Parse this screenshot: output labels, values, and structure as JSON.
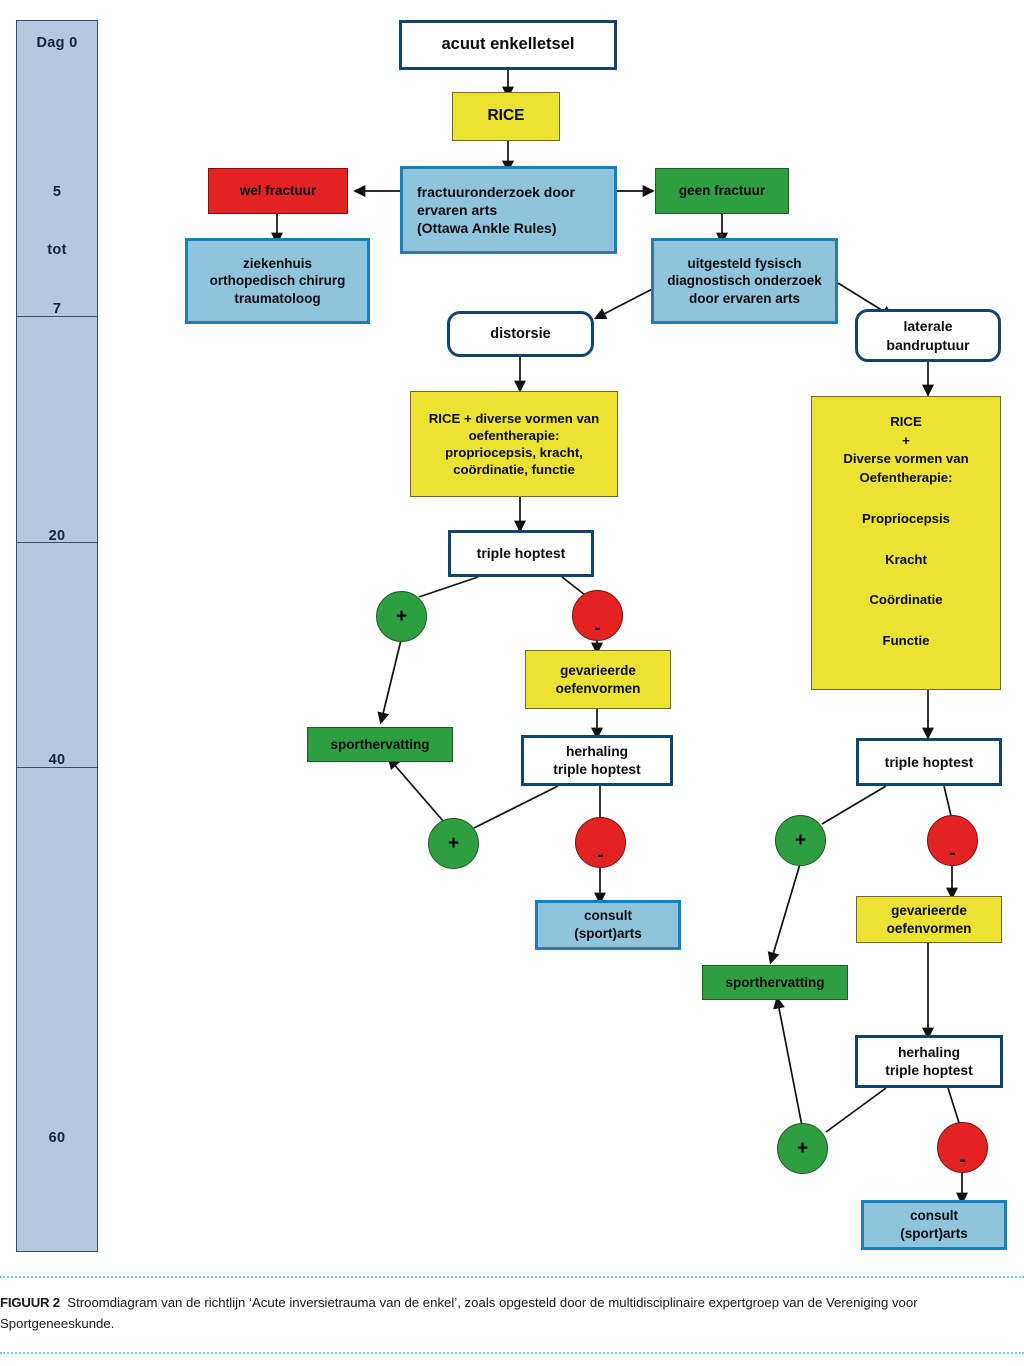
{
  "figure": {
    "label": "FIGUUR 2",
    "caption": "Stroomdiagram van de richtlijn ‘Acute inversietrauma van de enkel’, zoals opgesteld door de multidisciplinaire expertgroep van de Vereniging voor Sportgeneeskunde."
  },
  "timeline": {
    "segments": [
      {
        "label": "Dag 0"
      },
      {
        "label": "5"
      },
      {
        "label": "tot"
      },
      {
        "label": "7"
      },
      {
        "label": "20"
      },
      {
        "label": "40"
      },
      {
        "label": "60"
      }
    ]
  },
  "colors": {
    "red": "#e32222",
    "green": "#2e9e41",
    "yellow": "#ebe234",
    "light_blue": "#8fc5dc",
    "light_blue_border": "#1b7fba",
    "navy_border": "#16436d",
    "timeline_blue": "#b6c8e0",
    "caption_rule": "#7ec4e8"
  },
  "nodes": {
    "start": {
      "lines": [
        "acuut enkelletsel"
      ]
    },
    "rice": {
      "lines": [
        "RICE"
      ]
    },
    "fracture_exam": {
      "lines": [
        "fractuuronderzoek door",
        "ervaren arts",
        "(Ottawa Ankle Rules)"
      ]
    },
    "fracture_yes": {
      "lines": [
        "wel fractuur"
      ]
    },
    "fracture_no": {
      "lines": [
        "geen fractuur"
      ]
    },
    "hospital": {
      "lines": [
        "ziekenhuis",
        "orthopedisch chirurg",
        "traumatoloog"
      ]
    },
    "delayed_exam": {
      "lines": [
        "uitgesteld fysisch",
        "diagnostisch onderzoek",
        "door ervaren arts"
      ]
    },
    "distorsie": {
      "lines": [
        "distorsie"
      ]
    },
    "lateral_rupture": {
      "lines": [
        "laterale",
        "bandruptuur"
      ]
    },
    "therapy_left": {
      "lines": [
        "RICE + diverse vormen van",
        "oefentherapie:",
        "propriocepsis, kracht,",
        "coördinatie, functie"
      ]
    },
    "therapy_right": {
      "lines": [
        "RICE",
        "+",
        "Diverse vormen van",
        "Oefentherapie:",
        "",
        "Propriocepsis",
        "",
        "Kracht",
        "",
        "Coördinatie",
        "",
        "Functie"
      ]
    },
    "hoptest_left": {
      "lines": [
        "triple hoptest"
      ]
    },
    "hoptest_right": {
      "lines": [
        "triple hoptest"
      ]
    },
    "varied_left": {
      "lines": [
        "gevarieerde",
        "oefenvormen"
      ]
    },
    "varied_right": {
      "lines": [
        "gevarieerde",
        "oefenvormen"
      ]
    },
    "repeat_left": {
      "lines": [
        "herhaling",
        "triple hoptest"
      ]
    },
    "repeat_right": {
      "lines": [
        "herhaling",
        "triple hoptest"
      ]
    },
    "resume_left": {
      "lines": [
        "sporthervatting"
      ]
    },
    "resume_right": {
      "lines": [
        "sporthervatting"
      ]
    },
    "consult_left": {
      "lines": [
        "consult",
        "(sport)arts"
      ]
    },
    "consult_right": {
      "lines": [
        "consult",
        "(sport)arts"
      ]
    }
  },
  "decisions": {
    "plus": "+",
    "minus": "-"
  }
}
